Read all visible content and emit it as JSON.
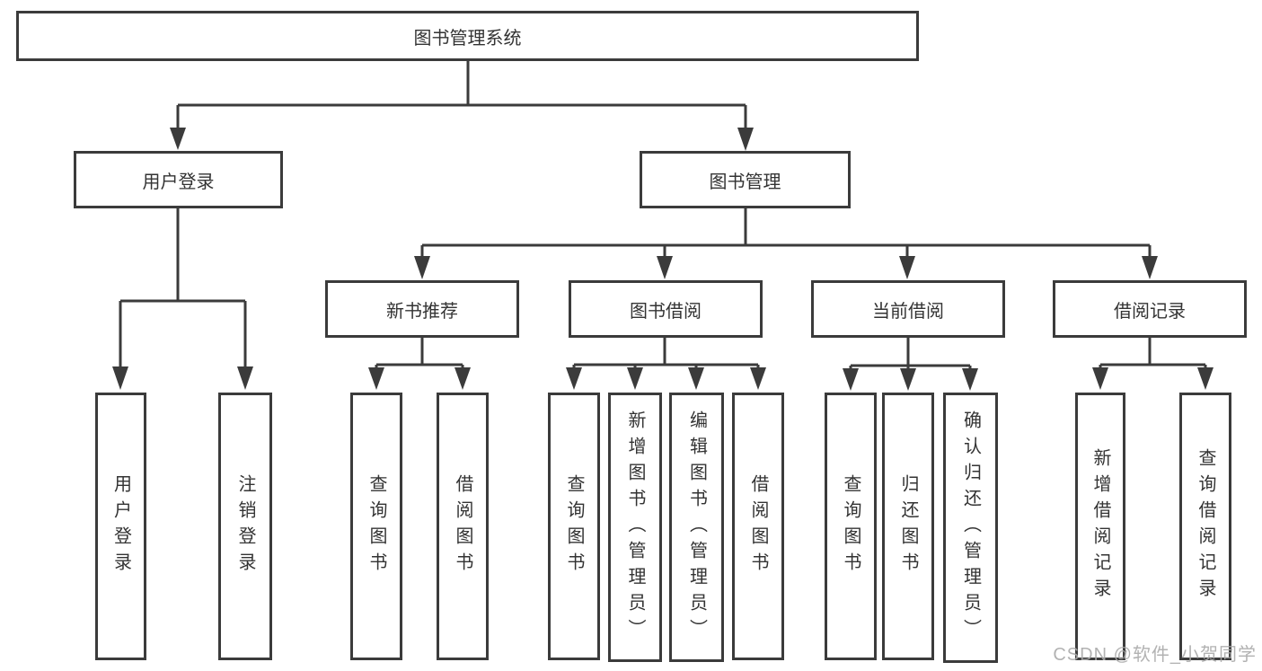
{
  "diagram_title": "图书管理系统",
  "tree": {
    "label": "图书管理系统",
    "children": [
      {
        "label": "用户登录",
        "children": [
          {
            "label": "用户登录"
          },
          {
            "label": "注销登录"
          }
        ]
      },
      {
        "label": "图书管理",
        "children": [
          {
            "label": "新书推荐",
            "children": [
              {
                "label": "查询图书"
              },
              {
                "label": "借阅图书"
              }
            ]
          },
          {
            "label": "图书借阅",
            "children": [
              {
                "label": "查询图书"
              },
              {
                "label": "新增图书（管理员）"
              },
              {
                "label": "编辑图书（管理员）"
              },
              {
                "label": "借阅图书"
              }
            ]
          },
          {
            "label": "当前借阅",
            "children": [
              {
                "label": "查询图书"
              },
              {
                "label": "归还图书"
              },
              {
                "label": "确认归还（管理员）"
              }
            ]
          },
          {
            "label": "借阅记录",
            "children": [
              {
                "label": "新增借阅记录"
              },
              {
                "label": "查询借阅记录"
              }
            ]
          }
        ]
      }
    ]
  },
  "watermark": "CSDN @软件_小贺同学",
  "colors": {
    "line": "#3b3b3b",
    "box_border": "#3b3b3b",
    "text": "#333333",
    "watermark": "#aaaaaa",
    "background": "#ffffff"
  }
}
